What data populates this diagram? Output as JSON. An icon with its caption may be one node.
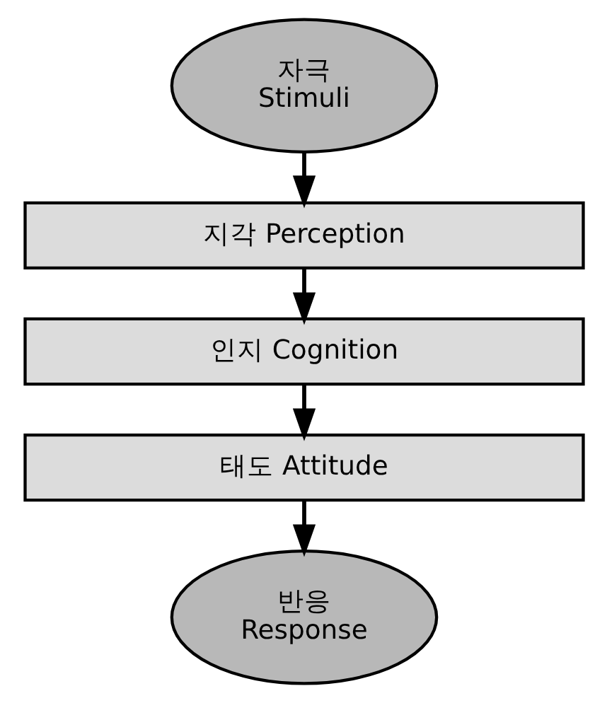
{
  "diagram": {
    "nodes": [
      {
        "text": [
          "자극",
          "Stimuli"
        ]
      },
      {
        "text": [
          "지각 Perception"
        ]
      },
      {
        "text": [
          "인지 Cognition"
        ]
      },
      {
        "text": [
          "태도 Attitude"
        ]
      },
      {
        "text": [
          "반응",
          "Response"
        ]
      }
    ],
    "edges": [
      {
        "from": 0,
        "to": 1,
        "arrow": "to"
      },
      {
        "from": 1,
        "to": 2,
        "arrow": "to"
      },
      {
        "from": 2,
        "to": 3,
        "arrow": "to"
      },
      {
        "from": 3,
        "to": 4,
        "arrow": "to"
      }
    ]
  }
}
